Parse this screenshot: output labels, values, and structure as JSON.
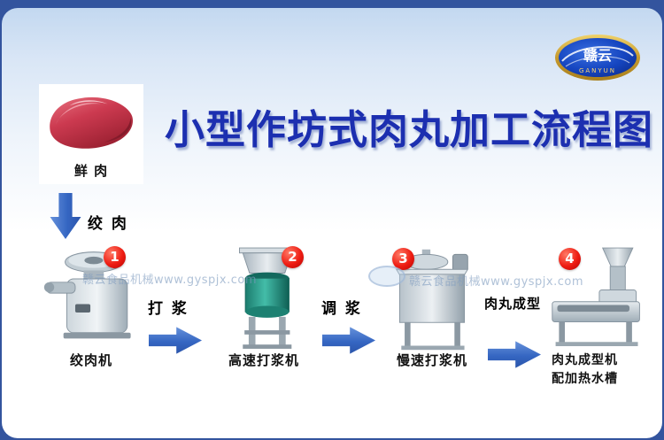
{
  "logo": {
    "brand": "赣云",
    "brand_sub": "GANYUN"
  },
  "title": "小型作坊式肉丸加工流程图",
  "flow": {
    "source": {
      "label": "鲜 肉"
    },
    "grind_arrow_label": "绞 肉",
    "machines": [
      {
        "num": "1",
        "name": "绞肉机"
      },
      {
        "num": "2",
        "name": "高速打浆机"
      },
      {
        "num": "3",
        "name": "慢速打浆机"
      },
      {
        "num": "4",
        "name": "肉丸成型机",
        "name2": "配加热水槽"
      }
    ],
    "arrows": [
      {
        "label": "打 浆"
      },
      {
        "label": "调 浆"
      },
      {
        "label": "肉丸成型"
      }
    ]
  },
  "watermark": {
    "text": "赣云食品机械www.gyspjx.com"
  }
}
